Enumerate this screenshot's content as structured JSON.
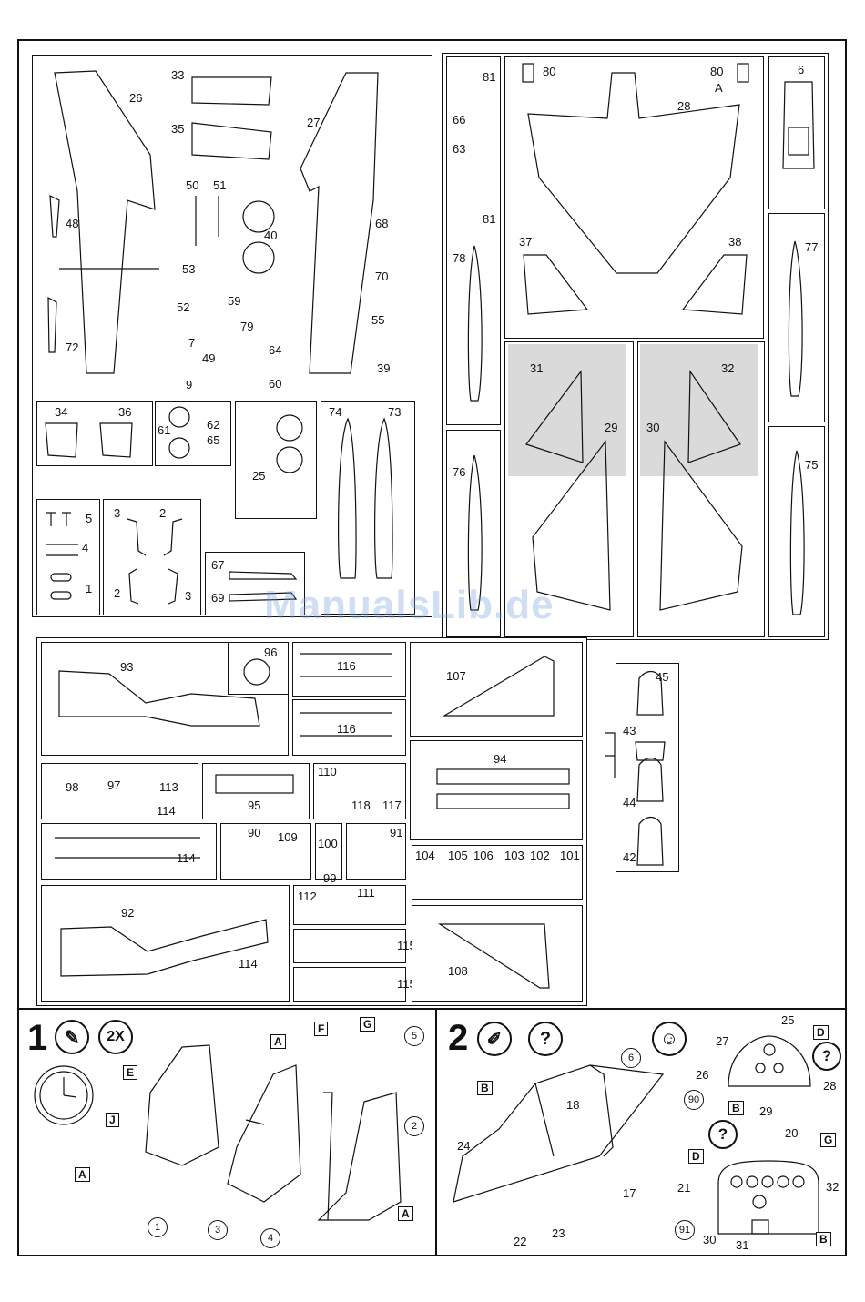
{
  "sprue_top_left": {
    "parts": [
      "26",
      "27",
      "33",
      "35",
      "50",
      "51",
      "40",
      "53",
      "52",
      "59",
      "79",
      "7",
      "49",
      "9",
      "64",
      "60",
      "48",
      "72",
      "68",
      "70",
      "55",
      "39",
      "34",
      "36",
      "61",
      "62",
      "65",
      "25",
      "74",
      "73",
      "5",
      "4",
      "1",
      "3",
      "2",
      "2",
      "3",
      "67",
      "69"
    ]
  },
  "sprue_top_right": {
    "parts": [
      "81",
      "66",
      "63",
      "81",
      "78",
      "76",
      "80",
      "80",
      "A",
      "28",
      "37",
      "38",
      "6",
      "77",
      "75",
      "31",
      "32",
      "29",
      "30"
    ]
  },
  "sprue_bottom": {
    "parts": [
      "93",
      "96",
      "116",
      "116",
      "107",
      "94",
      "98",
      "97",
      "113",
      "114",
      "95",
      "110",
      "118",
      "117",
      "114",
      "90",
      "109",
      "100",
      "99",
      "91",
      "104",
      "105",
      "106",
      "103",
      "102",
      "101",
      "92",
      "112",
      "111",
      "115",
      "115",
      "114",
      "108"
    ]
  },
  "clear_parts": {
    "parts": [
      "45",
      "43",
      "44",
      "42"
    ]
  },
  "step1": {
    "number": "1",
    "count": "2X",
    "tags": [
      "E",
      "J",
      "A",
      "A",
      "F",
      "G",
      "A"
    ],
    "callouts": [
      "5",
      "2",
      "1",
      "3",
      "4"
    ]
  },
  "step2": {
    "number": "2",
    "question": "?",
    "tags": [
      "B",
      "D",
      "B",
      "D",
      "G",
      "B"
    ],
    "labels": [
      "6",
      "18",
      "24",
      "17",
      "22",
      "23",
      "25",
      "27",
      "26",
      "28",
      "90",
      "29",
      "20",
      "21",
      "32",
      "91",
      "30",
      "31"
    ],
    "circled": [
      "6",
      "90",
      "91"
    ]
  },
  "watermark": "ManualsLib.de"
}
